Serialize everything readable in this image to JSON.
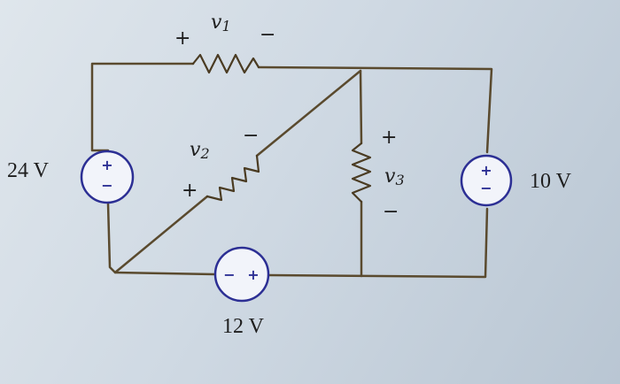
{
  "sources": {
    "left": {
      "value": "24 V",
      "sign_top": "+",
      "sign_bottom": "−"
    },
    "right": {
      "value": "10 V",
      "sign_top": "+",
      "sign_bottom": "−"
    },
    "bottom": {
      "value": "12 V",
      "sign_left": "−",
      "sign_right": "+"
    }
  },
  "resistors": {
    "r1": {
      "label": "v",
      "sub": "1",
      "plus": "+",
      "minus": "−"
    },
    "r2": {
      "label": "v",
      "sub": "2",
      "plus": "+",
      "minus": "−"
    },
    "r3": {
      "label": "v",
      "sub": "3",
      "plus": "+",
      "minus": "−"
    }
  }
}
